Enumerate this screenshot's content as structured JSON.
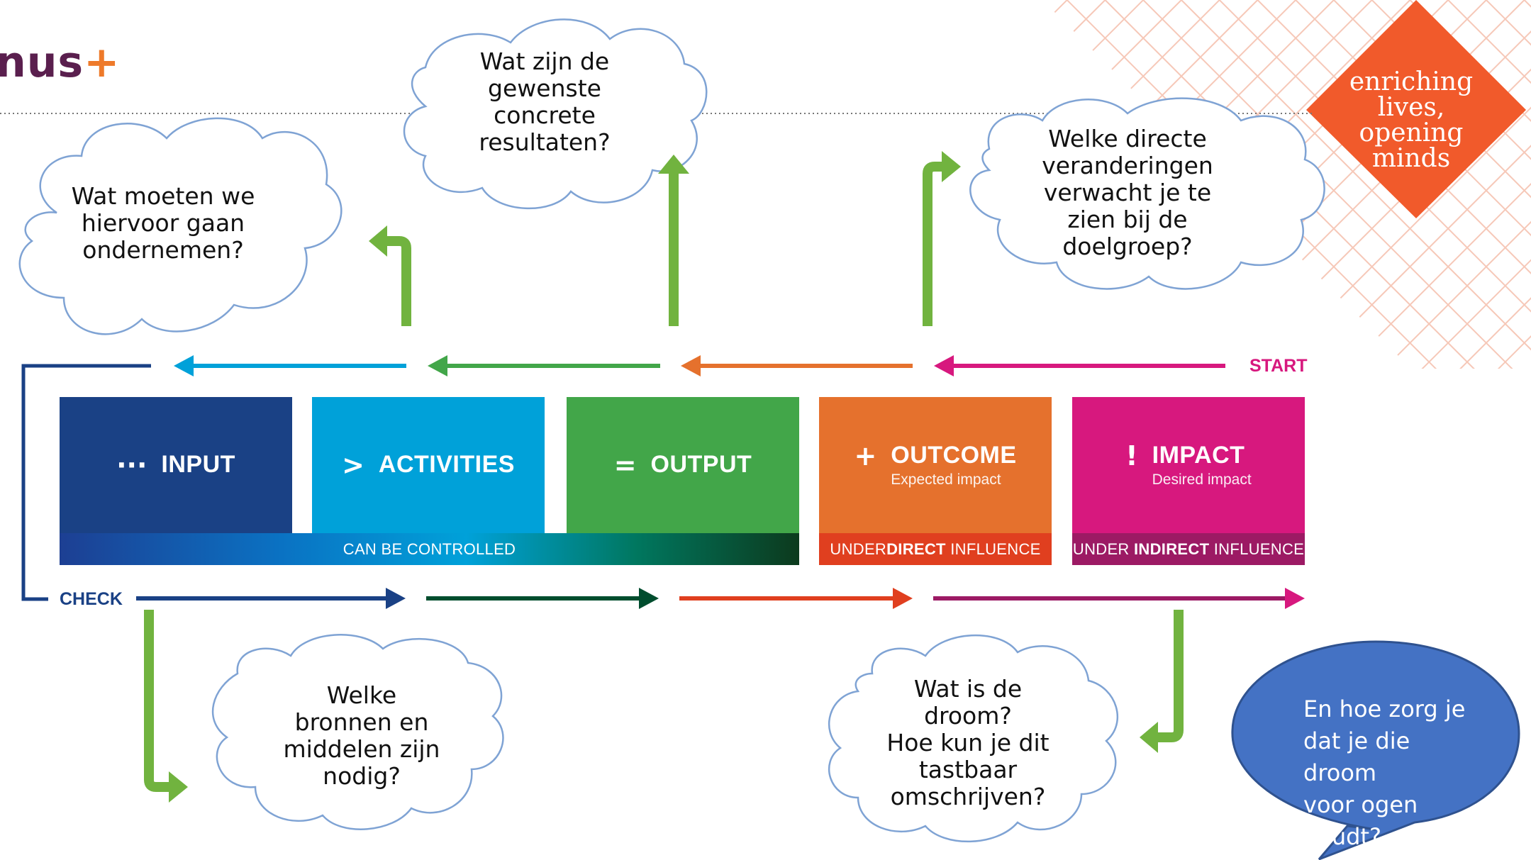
{
  "logo": {
    "text": "nus",
    "plus": "+"
  },
  "tagline": "enriching\nlives,\nopening\nminds",
  "clouds": {
    "activities_question": "Wat moeten we\nhiervoor gaan\nondernemen?",
    "output_question": "Wat zijn de\ngewenste\nconcrete\nresultaten?",
    "outcome_question": "Welke directe\nveranderingen\nverwacht je te\nzien bij de\ndoelgroep?",
    "input_question": "Welke\nbronnen en\nmiddelen zijn\nnodig?",
    "impact_question": "Wat is de\ndroom?\nHoe kun je dit\ntastbaar\nomschrijven?"
  },
  "speech_bubble": "En hoe zorg je\ndat je die droom\nvoor ogen\nhoudt?",
  "labels": {
    "start": "START",
    "check": "CHECK"
  },
  "blocks": [
    {
      "id": "input",
      "symbol": "···",
      "label": "INPUT",
      "subtitle": "",
      "color": "#1a4185"
    },
    {
      "id": "activities",
      "symbol": ">",
      "label": "ACTIVITIES",
      "subtitle": "",
      "color": "#00a1d9"
    },
    {
      "id": "output",
      "symbol": "=",
      "label": "OUTPUT",
      "subtitle": "",
      "color": "#42a649"
    },
    {
      "id": "outcome",
      "symbol": "+",
      "label": "OUTCOME",
      "subtitle": "Expected impact",
      "color": "#e5712d"
    },
    {
      "id": "impact",
      "symbol": "!",
      "label": "IMPACT",
      "subtitle": "Desired impact",
      "color": "#d7187e"
    }
  ],
  "bands": {
    "controlled": "CAN BE CONTROLLED",
    "direct_pre": "UNDER ",
    "direct_bold": "DIRECT",
    "direct_post": " INFLUENCE",
    "indirect_pre": "UNDER ",
    "indirect_bold": "INDIRECT",
    "indirect_post": " INFLUENCE"
  },
  "colors": {
    "navy": "#1a4185",
    "cyan": "#00a1d9",
    "green": "#42a649",
    "orange": "#e5712d",
    "magenta": "#d7187e",
    "light_green": "#71b33f",
    "dark_green": "#004d2e",
    "red_orange": "#e03f1f",
    "purple": "#9c1a64",
    "diamond": "#f15a2b",
    "speech_blue": "#4472c4"
  }
}
